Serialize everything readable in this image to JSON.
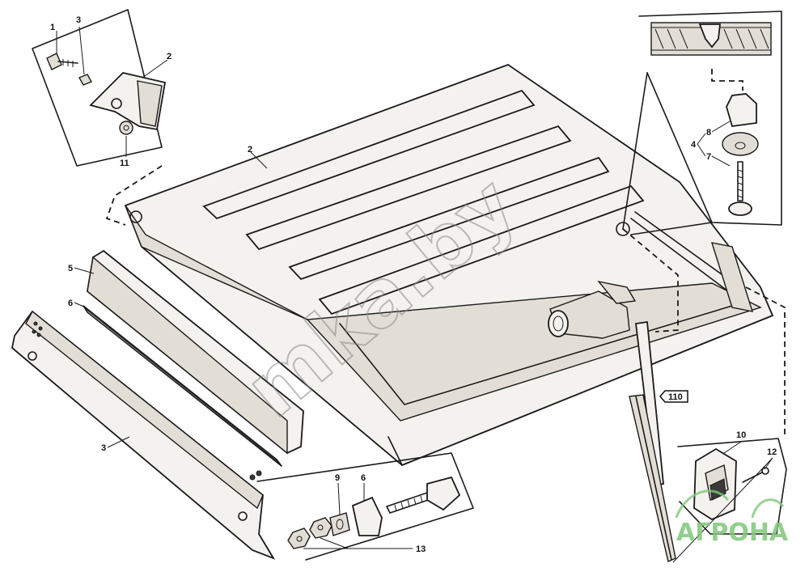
{
  "callouts": {
    "c1": "1",
    "c3_top": "3",
    "c2_top": "2",
    "c11": "11",
    "c2_roof": "2",
    "c5": "5",
    "c6_left": "6",
    "c3_left": "3",
    "c8": "8",
    "c4": "4",
    "c7": "7",
    "c10": "10",
    "c12": "12",
    "c9": "9",
    "c6_bottom": "6",
    "c13": "13"
  },
  "reference": {
    "label": "110"
  },
  "watermark": {
    "text": "mka.by"
  },
  "logo": {
    "text": "АГРОНА"
  }
}
